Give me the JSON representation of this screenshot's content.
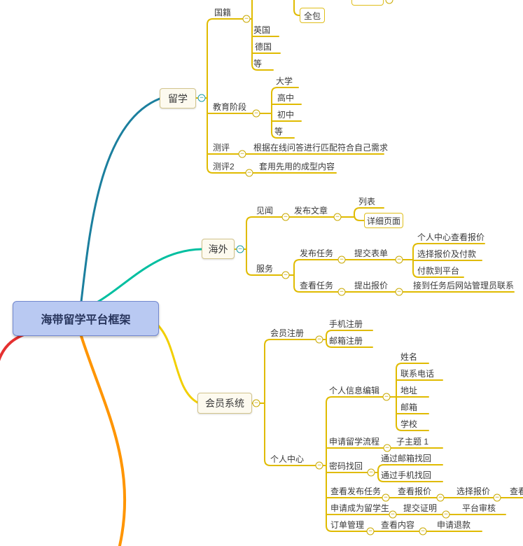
{
  "icons": {
    "collapse": "−"
  },
  "colors": {
    "branch_study": "#1b7f9e",
    "branch_overseas": "#00bfa0",
    "branch_member": "#f2cf00",
    "branch_left": "#e53030",
    "branch_bottom": "#ff9500",
    "sub_line": "#e0bb00",
    "central_fill": "#b9c9f2"
  },
  "mindmap": {
    "root": {
      "label": "海带留学平台框架"
    },
    "study": {
      "label": "留学",
      "nationality": {
        "label": "国籍",
        "all_inclusive": "全包",
        "uk": "英国",
        "germany": "德国",
        "etc": "等"
      },
      "education": {
        "label": "教育阶段",
        "university": "大学",
        "high_school": "高中",
        "middle_school": "初中",
        "etc": "等"
      },
      "assessment": {
        "label": "测评",
        "detail": "根据在线问答进行匹配符合自己需求"
      },
      "assessment2": {
        "label": "测评2",
        "detail": "套用先用的成型内容"
      }
    },
    "overseas": {
      "label": "海外",
      "news": {
        "label": "见闻",
        "publish_article": {
          "label": "发布文章",
          "list": "列表",
          "detail_page": "详细页面"
        }
      },
      "service": {
        "label": "服务",
        "publish_task": {
          "label": "发布任务",
          "submit_form": {
            "label": "提交表单",
            "view_quote": "个人中心查看报价",
            "choose_pay": "选择报价及付款",
            "pay_platform": "付款到平台"
          }
        },
        "view_task": {
          "label": "查看任务",
          "make_quote": {
            "label": "提出报价",
            "admin_contact": "接到任务后网站管理员联系"
          }
        }
      }
    },
    "member": {
      "label": "会员系统",
      "register": {
        "label": "会员注册",
        "phone": "手机注册",
        "email": "邮箱注册"
      },
      "personal": {
        "label": "个人中心",
        "profile": {
          "label": "个人信息编辑",
          "name": "姓名",
          "phone": "联系电话",
          "address": "地址",
          "email": "邮箱",
          "school": "学校"
        },
        "apply_flow": {
          "label": "申请留学流程",
          "subtopic": "子主题 1"
        },
        "password": {
          "label": "密码找回",
          "by_email": "通过邮箱找回",
          "by_phone": "通过手机找回"
        },
        "view_tasks": {
          "label": "查看发布任务",
          "view_quote": "查看报价",
          "choose_quote": "选择报价",
          "view_clipped": "查看"
        },
        "apply_student": {
          "label": "申请成为留学生",
          "submit_proof": "提交证明",
          "platform_review": "平台审核"
        },
        "orders": {
          "label": "订单管理",
          "view_content": "查看内容",
          "refund": "申请退款"
        }
      }
    }
  }
}
